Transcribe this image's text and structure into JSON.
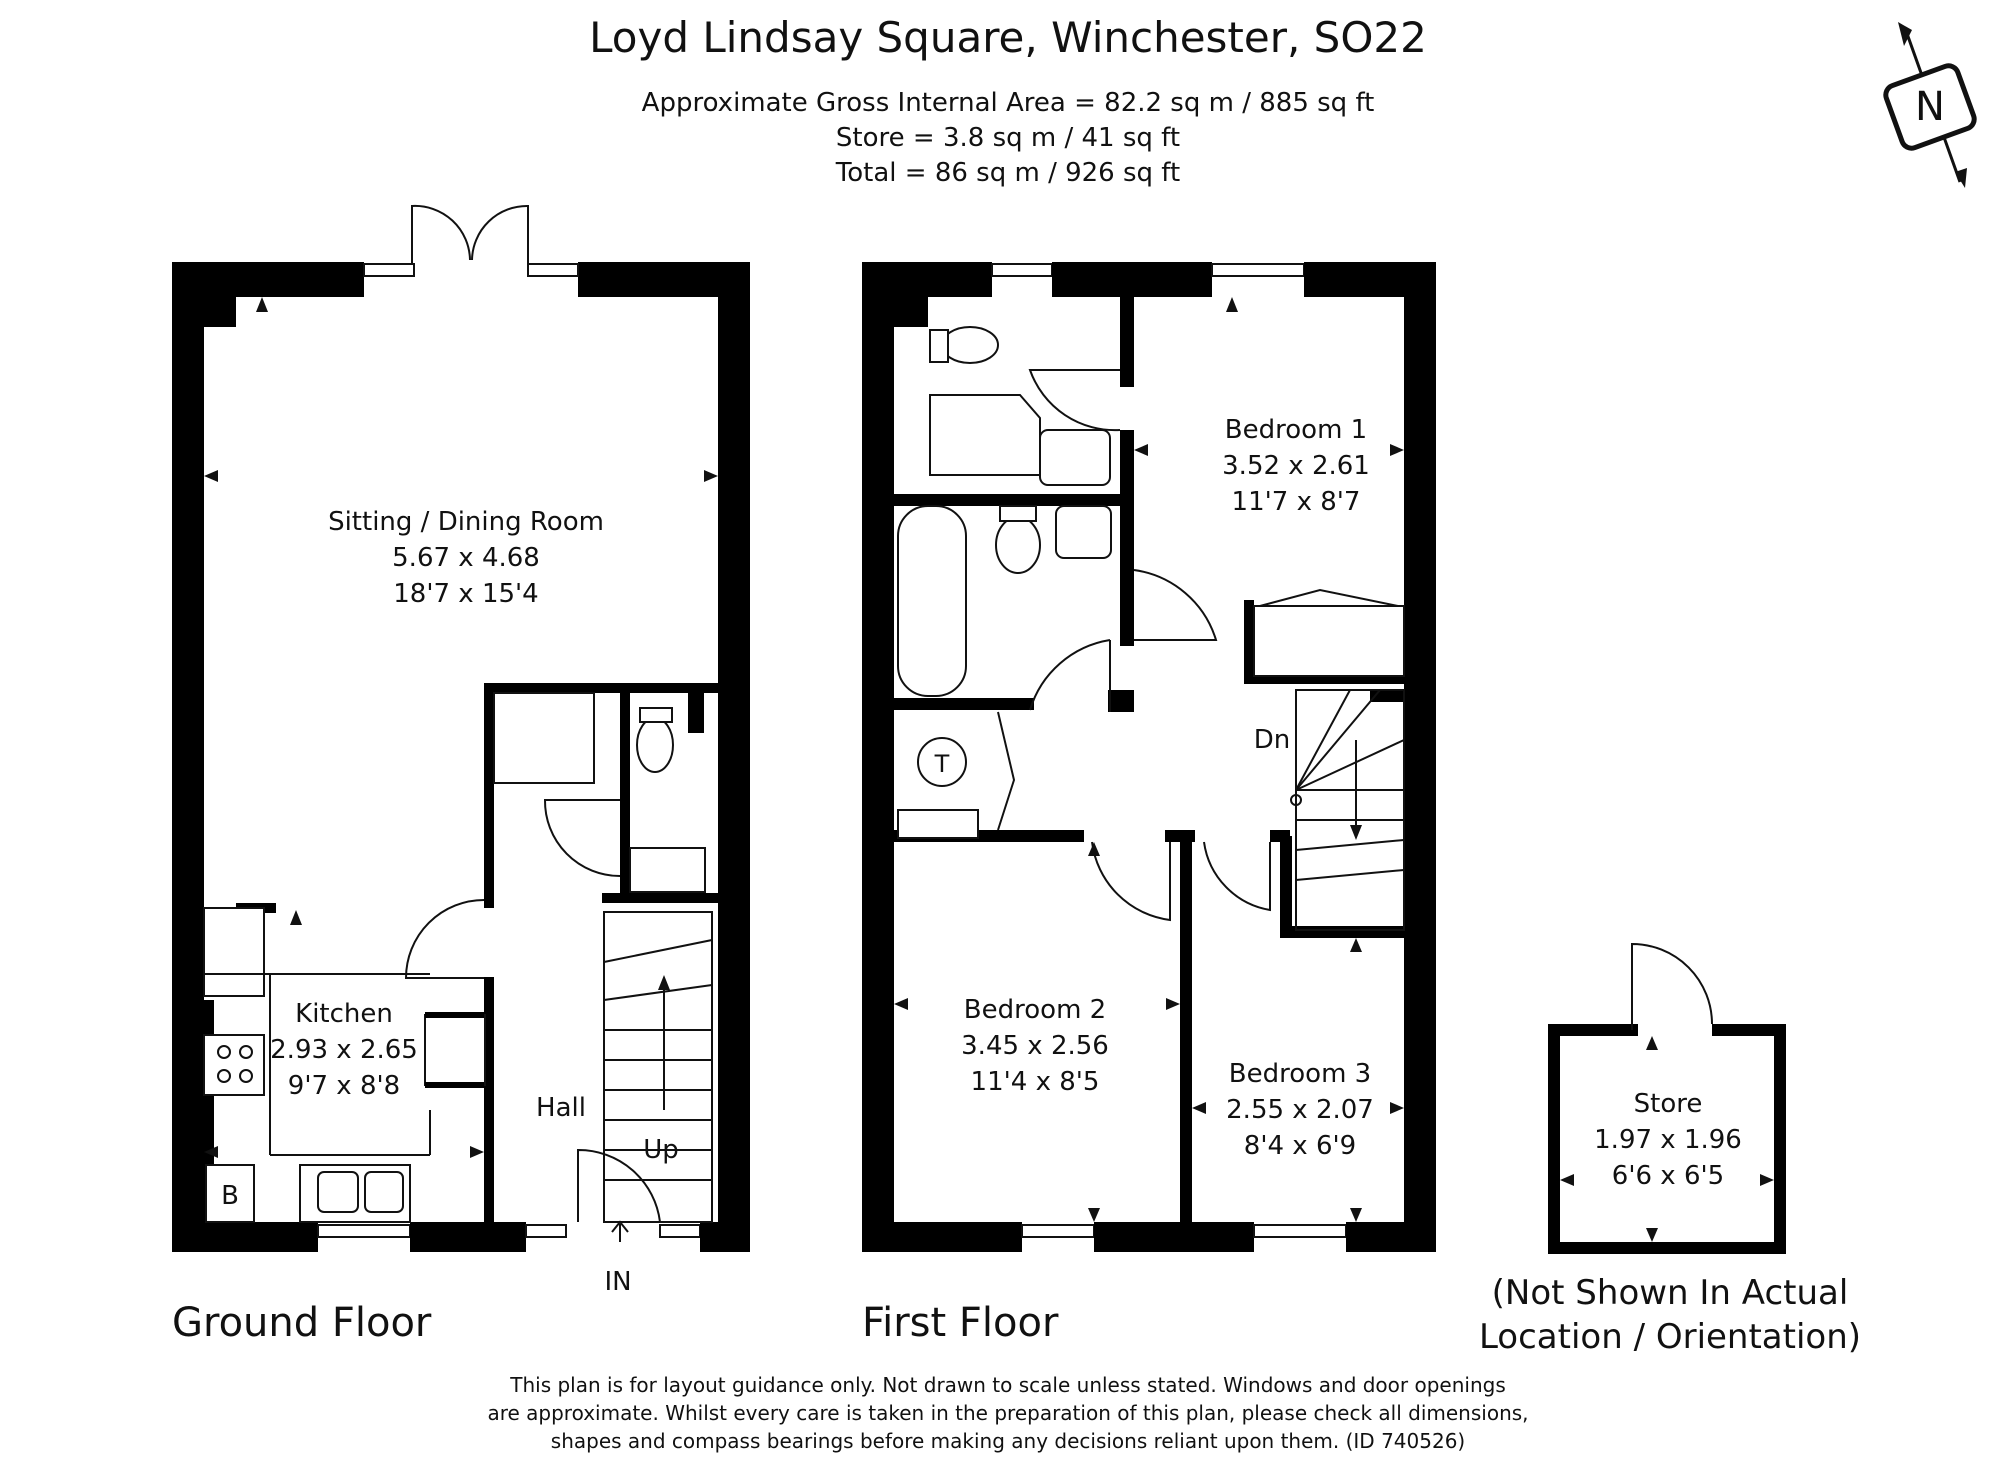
{
  "header": {
    "title": "Loyd Lindsay Square, Winchester, SO22",
    "area_lines": [
      "Approximate Gross Internal Area = 82.2 sq m / 885 sq ft",
      "Store = 3.8 sq m / 41 sq ft",
      "Total = 86 sq m / 926 sq ft"
    ]
  },
  "compass": {
    "letter": "N",
    "icon": "north-compass-icon"
  },
  "ground_floor": {
    "label": "Ground Floor",
    "entrance": "IN",
    "rooms": {
      "sitting": {
        "name": "Sitting / Dining Room",
        "metric": "5.67 x 4.68",
        "imperial": "18'7 x 15'4"
      },
      "kitchen": {
        "name": "Kitchen",
        "metric": "2.93 x 2.65",
        "imperial": "9'7 x 8'8"
      },
      "hall": {
        "name": "Hall"
      },
      "stairs_up": "Up",
      "boiler": "B"
    }
  },
  "first_floor": {
    "label": "First Floor",
    "rooms": {
      "bed1": {
        "name": "Bedroom 1",
        "metric": "3.52 x 2.61",
        "imperial": "11'7 x 8'7"
      },
      "bed2": {
        "name": "Bedroom 2",
        "metric": "3.45 x 2.56",
        "imperial": "11'4 x 8'5"
      },
      "bed3": {
        "name": "Bedroom 3",
        "metric": "2.55 x 2.07",
        "imperial": "8'4 x 6'9"
      },
      "stairs_down": "Dn",
      "tank": "T"
    }
  },
  "store": {
    "name": "Store",
    "metric": "1.97 x 1.96",
    "imperial": "6'6 x 6'5",
    "note_lines": [
      "(Not Shown In Actual",
      "Location / Orientation)"
    ]
  },
  "disclaimer": [
    "This plan is for layout guidance only. Not drawn to scale unless stated. Windows and door openings",
    "are approximate. Whilst every care is taken in the preparation of this plan, please check all dimensions,",
    "shapes and compass bearings before making any decisions reliant upon them. (ID 740526)"
  ]
}
